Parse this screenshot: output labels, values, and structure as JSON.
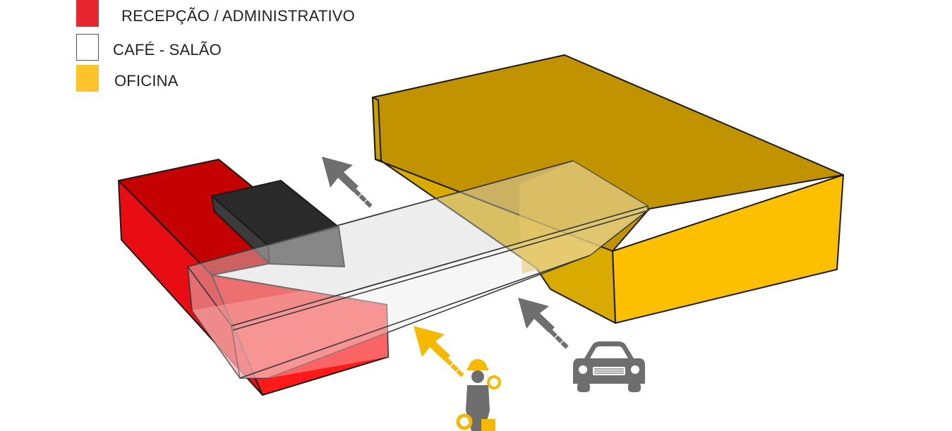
{
  "legend": {
    "items": [
      {
        "label": "RECEPÇÃO / ADMINISTRATIVO",
        "color": "#e8262f"
      },
      {
        "label": "CAFÉ - SALÃO",
        "color": "#ffffff"
      },
      {
        "label": "OFICINA",
        "color": "#fcc42a"
      }
    ]
  },
  "colors": {
    "red_block": "#e80d12",
    "dark_block": "#3b3b3b",
    "yellow_block": "#c29300",
    "yellow_front": "#fdc000",
    "glass_box": "#d7d7d7",
    "arrow_gray": "#6e6e6e",
    "arrow_yellow": "#f6b800"
  },
  "icons": [
    "cursor-arrow-icon",
    "worker-icon",
    "car-icon"
  ]
}
